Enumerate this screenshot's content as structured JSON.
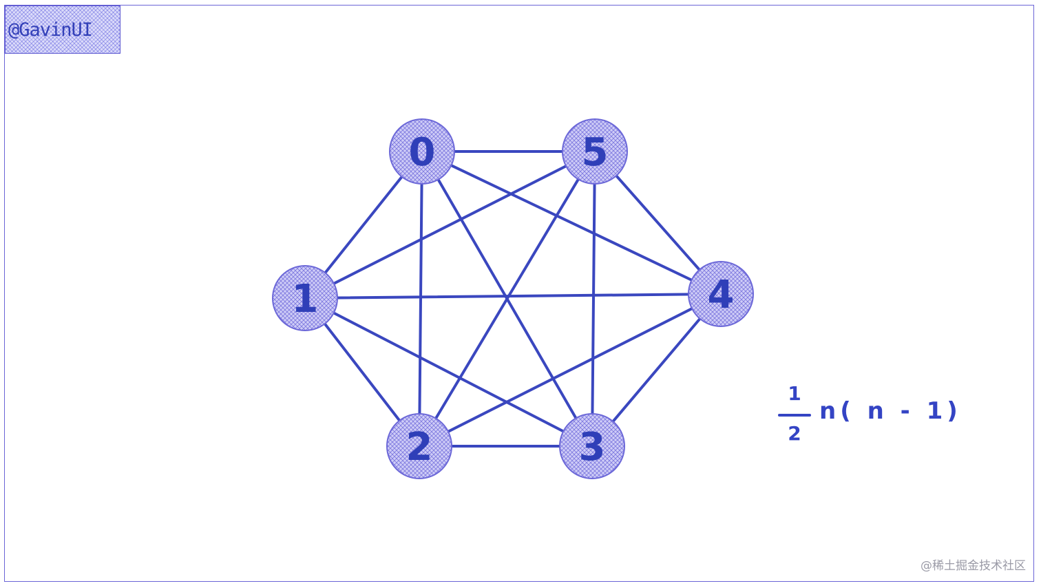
{
  "watermark_tag": "@GavinUI",
  "graph": {
    "nodes": [
      {
        "label": "0"
      },
      {
        "label": "1"
      },
      {
        "label": "2"
      },
      {
        "label": "3"
      },
      {
        "label": "4"
      },
      {
        "label": "5"
      }
    ],
    "edges": [
      [
        0,
        5
      ],
      [
        0,
        1
      ],
      [
        0,
        2
      ],
      [
        0,
        3
      ],
      [
        0,
        4
      ],
      [
        5,
        1
      ],
      [
        5,
        2
      ],
      [
        5,
        3
      ],
      [
        5,
        4
      ],
      [
        1,
        2
      ],
      [
        1,
        3
      ],
      [
        2,
        3
      ],
      [
        2,
        4
      ],
      [
        3,
        4
      ],
      [
        1,
        4
      ]
    ],
    "colors": {
      "edge": "#3a47bf",
      "node_fill": "#b9b6f2",
      "node_stroke": "#6c68d8",
      "text": "#2f3fb8"
    }
  },
  "formula": {
    "numerator": "1",
    "denominator": "2",
    "expression": "n( n - 1)"
  },
  "footer_watermark": "@稀土掘金技术社区"
}
